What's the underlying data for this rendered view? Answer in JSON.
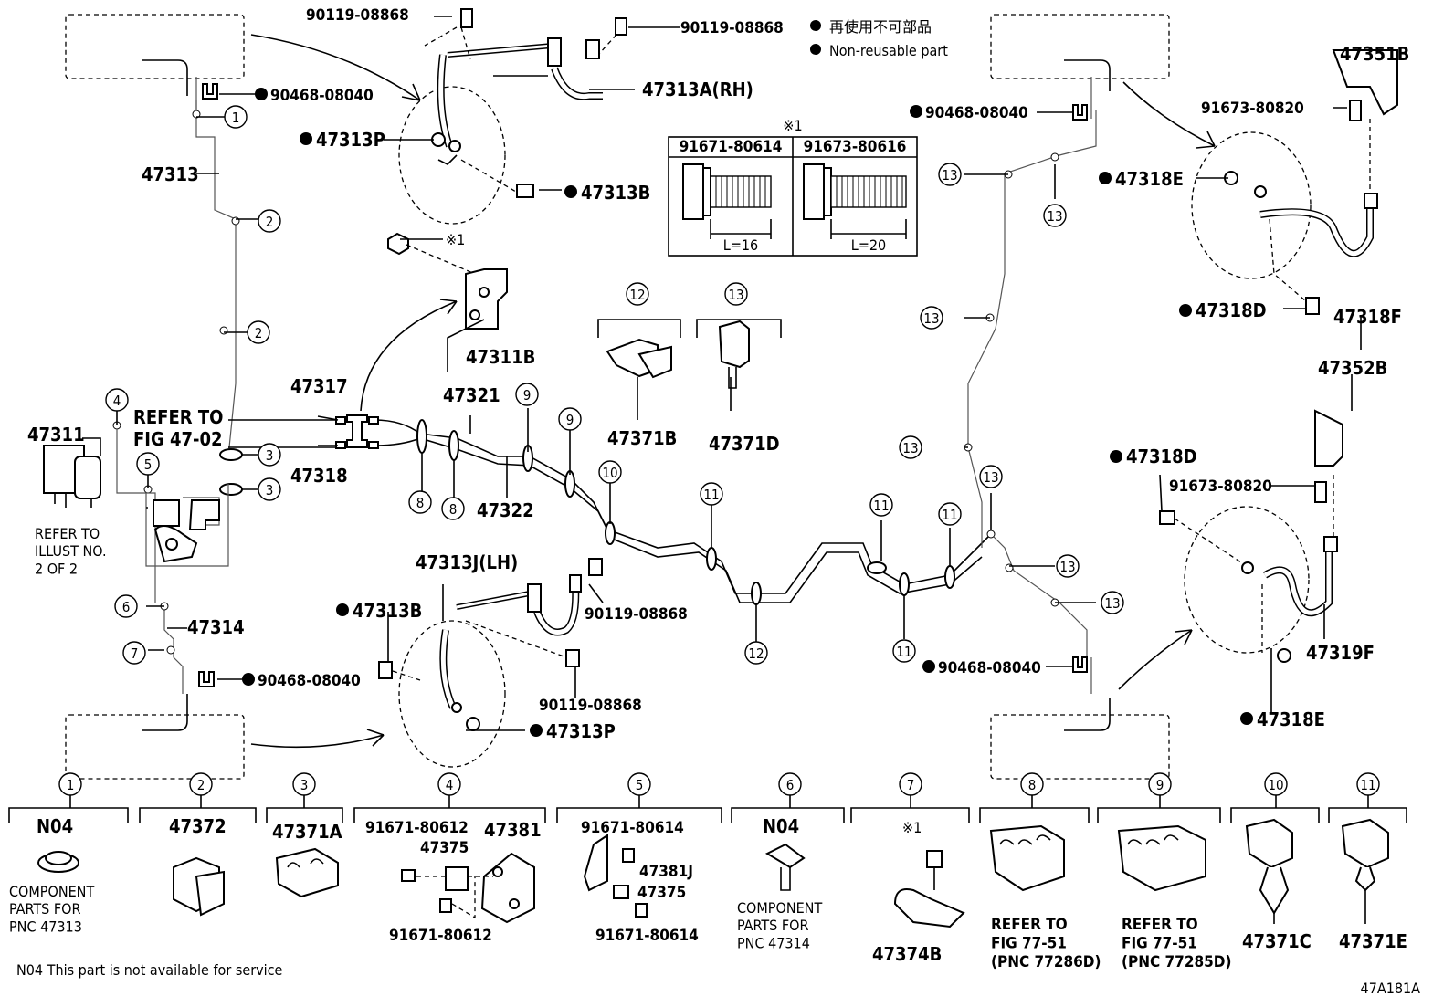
{
  "legend": {
    "jp": "再使用不可部品",
    "en": "Non-reusable part"
  },
  "diagram_code": "47A181A",
  "footnote": "N04 This part is not available for service",
  "callouts": {
    "p90119_a": "90119-08868",
    "p90119_b": "90119-08868",
    "p90119_c": "90119-08868",
    "p90119_d": "90119-08868",
    "p47313A": "47313A(RH)",
    "p47313P_top": "47313P",
    "p47313B_top": "47313B",
    "p90468_tl": "90468-08040",
    "p90468_tr": "90468-08040",
    "p90468_bl": "90468-08040",
    "p90468_br": "90468-08040",
    "p47313": "47313",
    "p47311B": "47311B",
    "mark1": "※1",
    "p47317": "47317",
    "p47318": "47318",
    "p47311": "47311",
    "refer_fig": "REFER TO\nFIG 47-02",
    "refer_illust": "REFER TO\nILLUST NO.\n2 OF 2",
    "p47321": "47321",
    "p47322": "47322",
    "p47314": "47314",
    "p47313J": "47313J(LH)",
    "p47313B_bot": "47313B",
    "p47313P_bot": "47313P",
    "p47371B": "47371B",
    "p47371D": "47371D",
    "p47351B": "47351B",
    "p91673_a": "91673-80820",
    "p47318E_a": "47318E",
    "p47318D_a": "47318D",
    "p47318F": "47318F",
    "p47352B": "47352B",
    "p47318D_b": "47318D",
    "p91673_b": "91673-80820",
    "p47319F": "47319F",
    "p47318E_b": "47318E"
  },
  "bolt_table": {
    "mark": "※1",
    "left_part": "91671-80614",
    "right_part": "91673-80616",
    "left_len": "L=16",
    "right_len": "L=20"
  },
  "bottom_parts": [
    {
      "num": "1",
      "code": "N04",
      "caption": "COMPONENT\nPARTS FOR\nPNC 47313"
    },
    {
      "num": "2",
      "code": "47372",
      "caption": ""
    },
    {
      "num": "3",
      "code": "47371A",
      "caption": ""
    },
    {
      "num": "4",
      "code": "47381",
      "caption": ""
    },
    {
      "num": "5",
      "code": "",
      "caption": ""
    },
    {
      "num": "6",
      "code": "N04",
      "caption": "COMPONENT\nPARTS FOR\nPNC 47314"
    },
    {
      "num": "7",
      "code": "47374B",
      "caption": ""
    },
    {
      "num": "8",
      "code": "",
      "caption": "REFER TO\nFIG 77-51\n(PNC 77286D)"
    },
    {
      "num": "9",
      "code": "",
      "caption": "REFER TO\nFIG 77-51\n(PNC 77285D)"
    },
    {
      "num": "10",
      "code": "47371C",
      "caption": ""
    },
    {
      "num": "11",
      "code": "47371E",
      "caption": ""
    }
  ],
  "bottom_sub": {
    "b4_a": "91671-80612",
    "b4_b": "47375",
    "b4_c": "91671-80612",
    "b5_a": "91671-80614",
    "b5_b": "47381J",
    "b5_c": "47375",
    "b5_d": "91671-80614",
    "b7_mark": "※1"
  },
  "circled_labels": {
    "n1": "1",
    "n2": "2",
    "n3": "3",
    "n4": "4",
    "n5": "5",
    "n6": "6",
    "n7": "7",
    "n8": "8",
    "n9": "9",
    "n10": "10",
    "n11": "11",
    "n12": "12",
    "n13": "13"
  }
}
